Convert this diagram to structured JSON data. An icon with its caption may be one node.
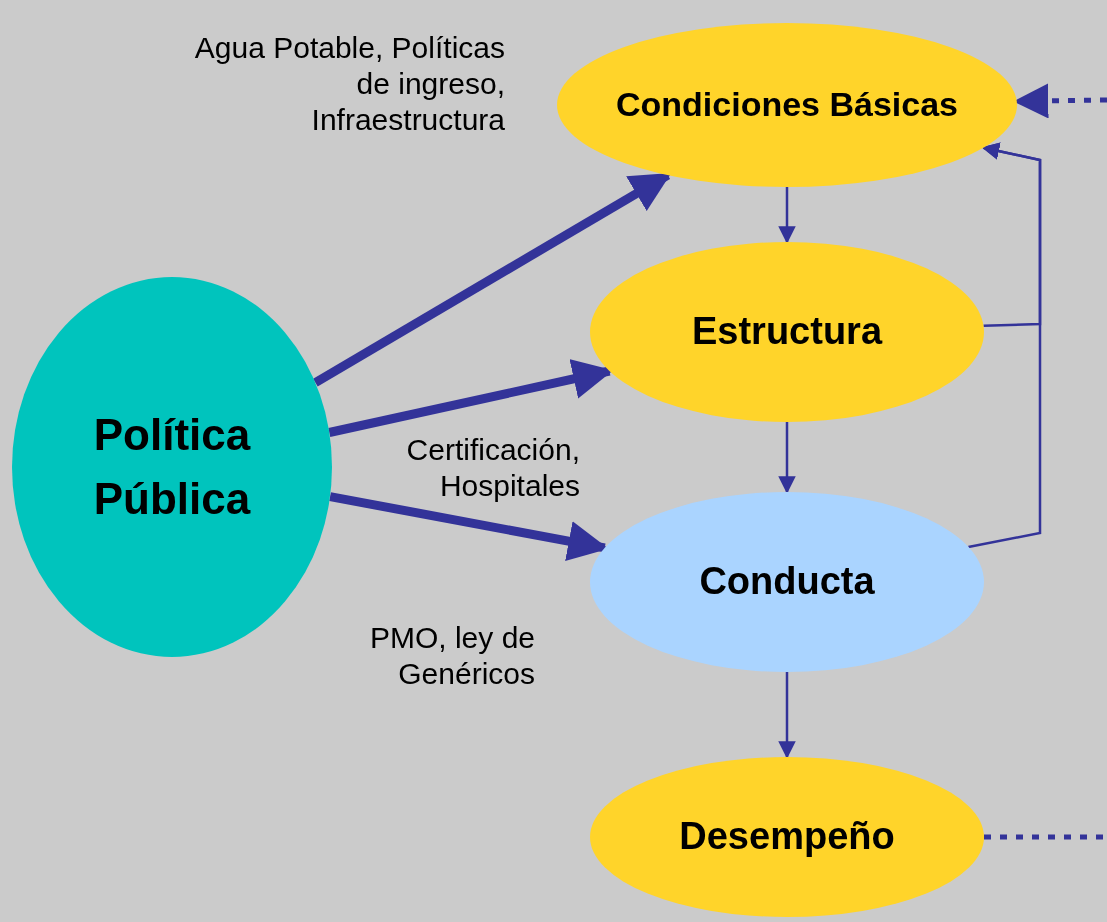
{
  "diagram": {
    "nodes": [
      {
        "text": [
          "Política Pública"
        ]
      },
      {
        "text": [
          "Condiciones Básicas"
        ]
      },
      {
        "text": [
          "Estructura"
        ]
      },
      {
        "text": [
          "Conducta"
        ]
      },
      {
        "text": [
          "Desempeño"
        ]
      }
    ],
    "edges": [
      {
        "from": 0,
        "to": 1,
        "arrow": "to",
        "label": "Agua Potable,  Políticas de ingreso, Infraestructura",
        "style": "thick"
      },
      {
        "from": 0,
        "to": 2,
        "arrow": "to",
        "label": "Certificación, Hospitales",
        "style": "thick"
      },
      {
        "from": 0,
        "to": 3,
        "arrow": "to",
        "label": "PMO, ley de Genéricos",
        "style": "thick"
      },
      {
        "from": 1,
        "to": 2,
        "arrow": "to"
      },
      {
        "from": 2,
        "to": 3,
        "arrow": "to"
      },
      {
        "from": 3,
        "to": 4,
        "arrow": "to"
      },
      {
        "from": 2,
        "to": 1,
        "arrow": "to"
      },
      {
        "from": 3,
        "to": 1,
        "arrow": "to"
      },
      {
        "from": null,
        "to": 1,
        "arrow": "to",
        "style": "dashed"
      },
      {
        "from": 4,
        "to": null,
        "arrow": "none",
        "style": "dashed"
      }
    ]
  }
}
